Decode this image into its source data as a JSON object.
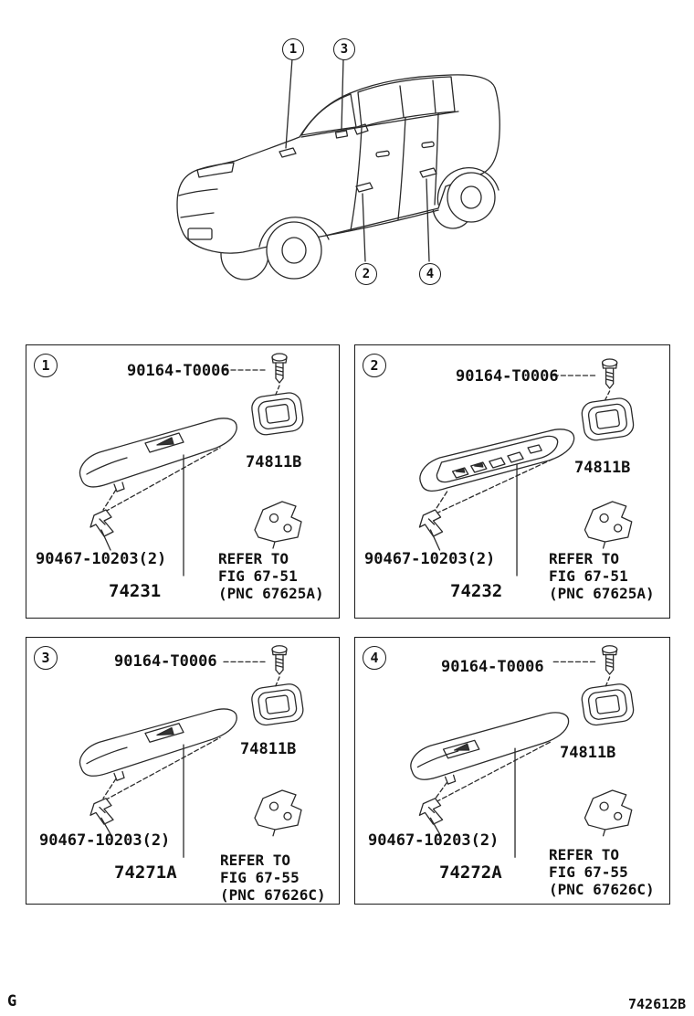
{
  "figure": {
    "page_letter": "G",
    "figure_code": "742612B"
  },
  "vehicle": {
    "callouts": {
      "one": "1",
      "two": "2",
      "three": "3",
      "four": "4"
    }
  },
  "panels": [
    {
      "num": "1",
      "screw": "90164-T0006",
      "bezel": "74811B",
      "clip": "90467-10203(2)",
      "part": "74231",
      "refer1": "REFER TO",
      "refer2": "FIG 67-51",
      "refer3": "(PNC 67625A)"
    },
    {
      "num": "2",
      "screw": "90164-T0006",
      "bezel": "74811B",
      "clip": "90467-10203(2)",
      "part": "74232",
      "refer1": "REFER TO",
      "refer2": "FIG 67-51",
      "refer3": "(PNC 67625A)"
    },
    {
      "num": "3",
      "screw": "90164-T0006",
      "bezel": "74811B",
      "clip": "90467-10203(2)",
      "part": "74271A",
      "refer1": "REFER TO",
      "refer2": "FIG 67-55",
      "refer3": "(PNC 67626C)"
    },
    {
      "num": "4",
      "screw": "90164-T0006",
      "bezel": "74811B",
      "clip": "90467-10203(2)",
      "part": "74272A",
      "refer1": "REFER TO",
      "refer2": "FIG 67-55",
      "refer3": "(PNC 67626C)"
    }
  ]
}
